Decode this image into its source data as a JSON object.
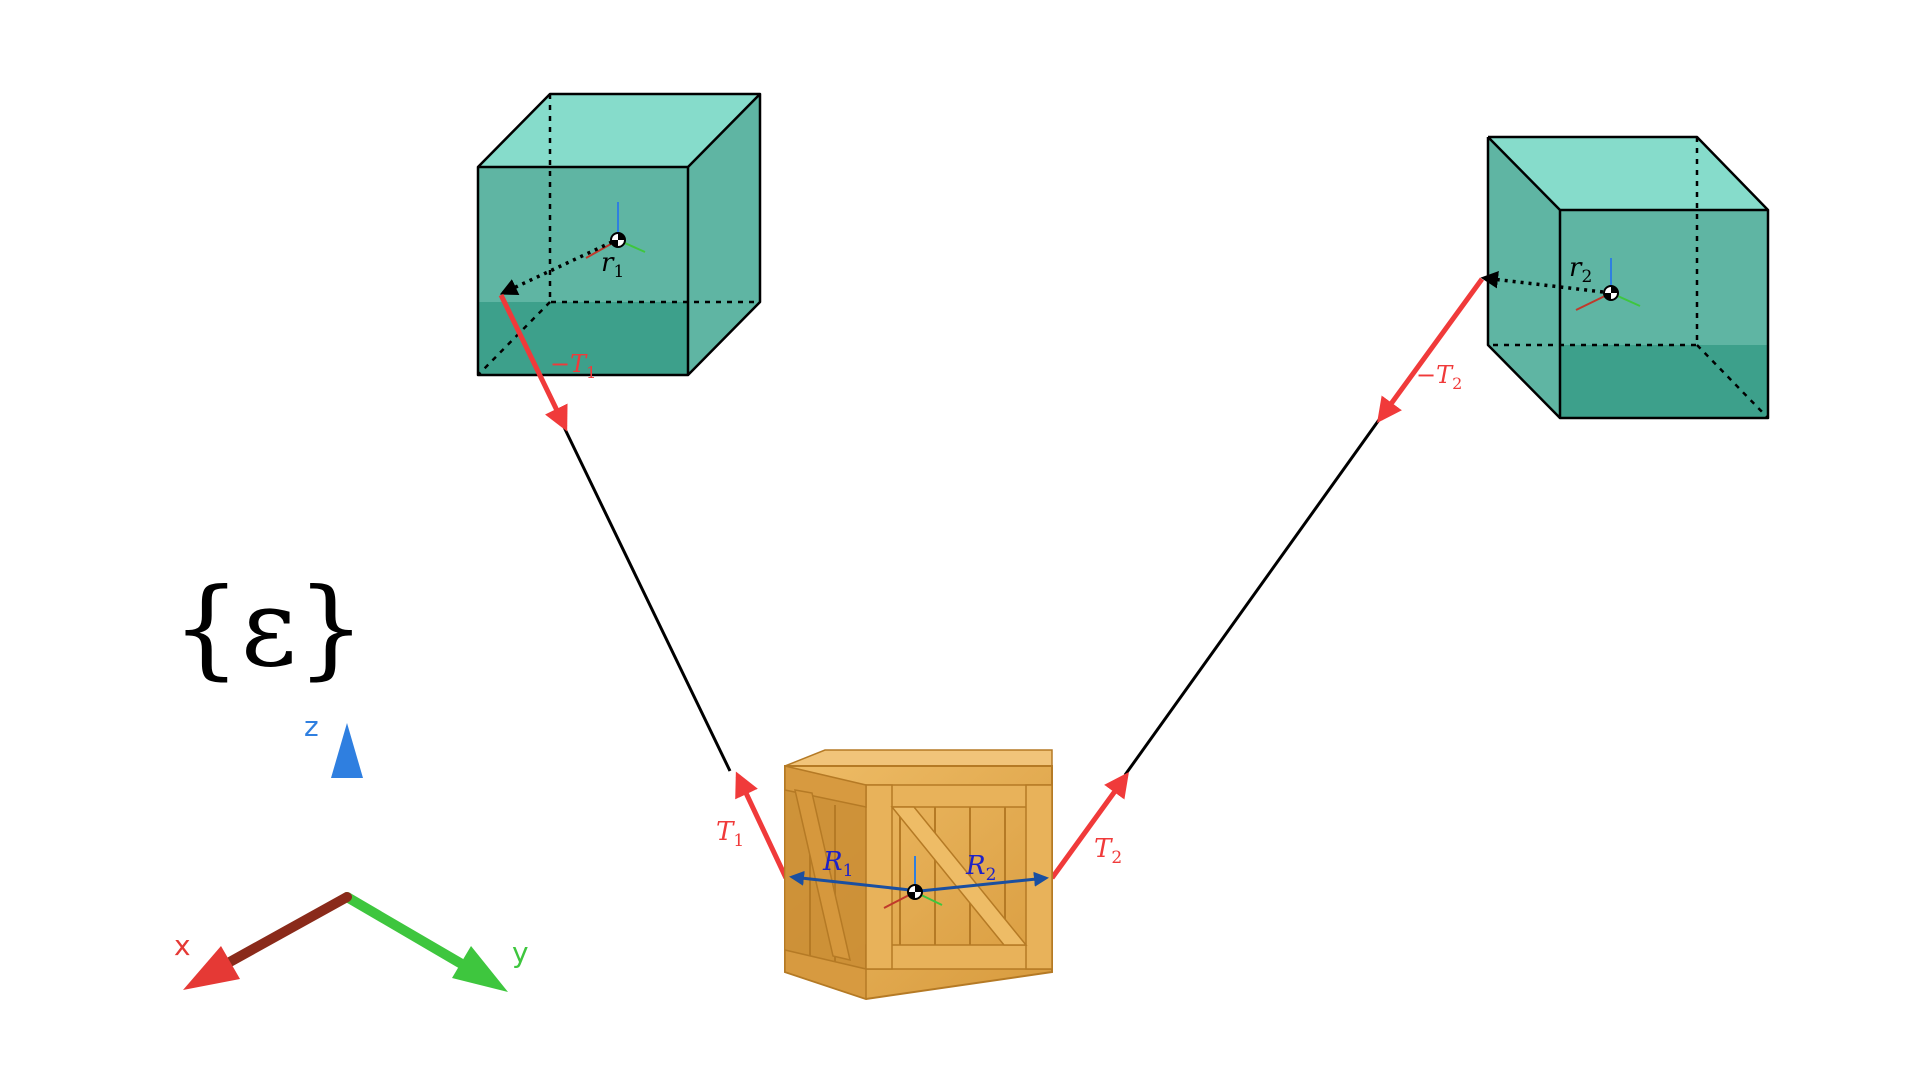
{
  "frame_label": "{ε}",
  "axes": {
    "x_label": "x",
    "y_label": "y",
    "z_label": "z",
    "x_color": "#e53935",
    "y_color": "#3ec63e",
    "z_color": "#2f7fe0"
  },
  "labels": {
    "r1": "r",
    "r1_sub": "1",
    "r2": "r",
    "r2_sub": "2",
    "neg_T1": "−T",
    "neg_T1_sub": "1",
    "neg_T2": "−T",
    "neg_T2_sub": "2",
    "T1": "T",
    "T1_sub": "1",
    "T2": "T",
    "T2_sub": "2",
    "R1": "R",
    "R1_sub": "1",
    "R2": "R",
    "R2_sub": "2"
  },
  "colors": {
    "tension": "#f03a3a",
    "lever_arm": "#1a4fa0",
    "lever_label": "#1e22c8",
    "block_front": "#5fb5a3",
    "block_top": "#86dccb",
    "block_bottom": "#3a9d88",
    "crate_light": "#e9b45c",
    "crate_dark": "#c98c33",
    "crate_edge": "#b57a25"
  }
}
